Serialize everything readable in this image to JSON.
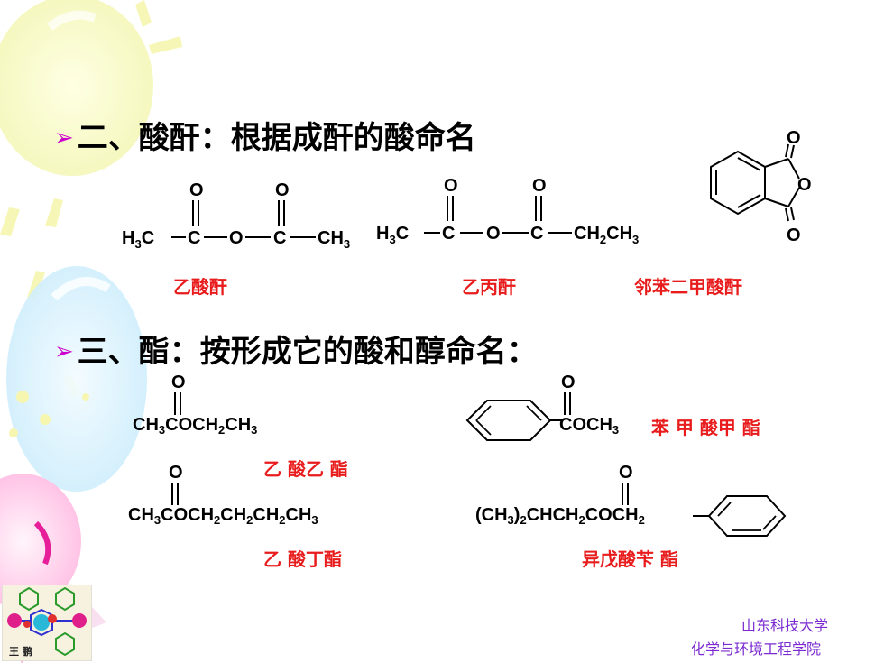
{
  "headings": {
    "anhydride": "二、酸酐：根据成酐的酸命名",
    "ester": "三、酯：按形成它的酸和醇命名："
  },
  "bullet_glyph": "➢",
  "anhydride_names": {
    "acetic": "乙酸酐",
    "acetic_propionic": "乙丙酐",
    "phthalic": "邻苯二甲酸酐"
  },
  "ester_names": {
    "ethyl_acetate": "乙 酸乙 酯",
    "methyl_benzoate": "苯 甲 酸甲 酯",
    "butyl_acetate": "乙 酸丁酯",
    "benzyl_isovalerate": "异戊酸苄 酯"
  },
  "formula_atoms": {
    "O": "O",
    "C": "C",
    "H3C": "H",
    "CH3": "CH",
    "CH2CH3": "CH",
    "sub3": "3",
    "sub2": "2"
  },
  "ester_formulas": {
    "ethyl_acetate": [
      "CH",
      "3",
      "COCH",
      "2",
      "CH",
      "3"
    ],
    "butyl_acetate": [
      "CH",
      "3",
      "COCH",
      "2",
      "CH",
      "2",
      "CH",
      "2",
      "CH",
      "3"
    ],
    "methyl_benzoate": [
      "COCH",
      "3"
    ],
    "benzyl_isovalerate": [
      "(CH",
      "3",
      ")",
      "2",
      "CHCH",
      "2",
      "COCH",
      "2"
    ]
  },
  "footer": {
    "university": "山东科技大学",
    "college": "化学与环境工程学院",
    "author": "王 鹏"
  },
  "colors": {
    "name_red": "#e81c1c",
    "bullet_magenta": "#cc00cc",
    "footer_purple": "#7a2ad0"
  }
}
